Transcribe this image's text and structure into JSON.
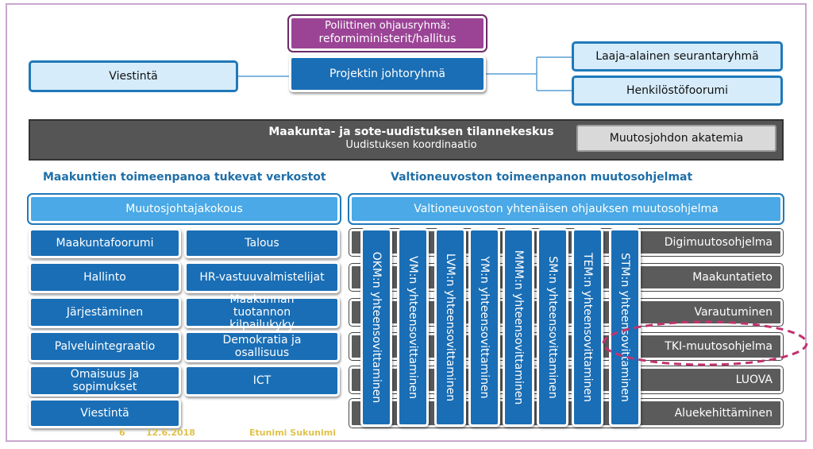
{
  "top": {
    "political_line1": "Poliittinen ohjausryhmä:",
    "political_line2": "reformiministerit/hallitus",
    "steering": "Projektin johtoryhmä",
    "communication": "Viestintä",
    "monitoring": "Laaja-alainen seurantaryhmä",
    "staff_forum": "Henkilöstöfoorumi"
  },
  "centre": {
    "title": "Maakunta- ja sote-uudistuksen tilannekeskus",
    "subtitle": "Uudistuksen koordinaatio",
    "academy": "Muutosjohdon akatemia"
  },
  "left": {
    "heading": "Maakuntien toimeenpanoa tukevat  verkostot",
    "header_box": "Muutosjohtajakokous",
    "col1": [
      "Maakuntafoorumi",
      "Hallinto",
      "Järjestäminen",
      "Palveluintegraatio",
      "Omaisuus ja sopimukset",
      "Viestintä"
    ],
    "col2": [
      "Talous",
      "HR-vastuuvalmistelijat",
      "Maakunnan tuotannon kilpailukyky",
      "Demokratia ja osallisuus",
      "ICT"
    ]
  },
  "right": {
    "heading": "Valtioneuvoston toimeenpanon muutosohjelmat",
    "header_box": "Valtioneuvoston yhtenäisen ohjauksen muutosohjelma",
    "columns": [
      "OKM:n yhteensovittaminen",
      "VM:n yhteensovittaminen",
      "LVM:n yhteensovittaminen",
      "YM:n yhteensovittaminen",
      "MMM:n yhteensovittaminen",
      "SM:n yhteensovittaminen",
      "TEM:n yhteensovittaminen",
      "STM:n yhteensovittaminen"
    ],
    "programs": [
      "Digimuutosohjelma",
      "Maakuntatieto",
      "Varautuminen",
      "TKI-muutosohjelma",
      "LUOVA",
      "Aluekehittäminen"
    ]
  },
  "footer": {
    "page": "6",
    "date": "12.6.2018",
    "author": "Etunimi Sukunimi"
  },
  "colors": {
    "highlight_ellipse": "#c2336f"
  }
}
